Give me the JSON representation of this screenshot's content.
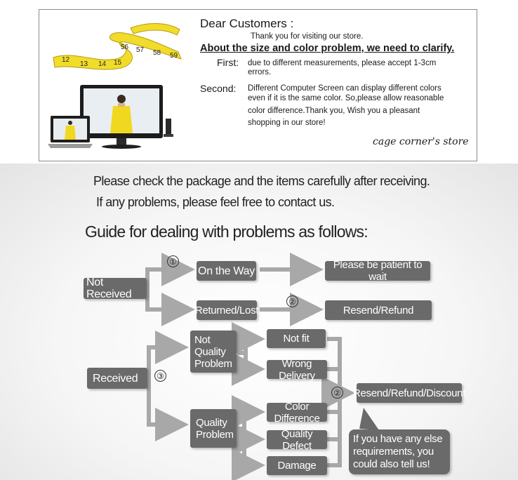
{
  "notice": {
    "greeting": "Dear Customers :",
    "thanks": "Thank you for visiting our store.",
    "heading": "About the size and  color problem, we need to clarify.",
    "first_label": "First:",
    "first_text_1": "due to different measurements, please accept 1-3cm",
    "first_text_2": "errors.",
    "second_label": "Second:",
    "second_text_1": "Different Computer Screen can display different colors",
    "second_text_2": "even if it is the same color. So,please allow reasonable",
    "second_text_3": "color difference.Thank you, Wish you a pleasant",
    "second_text_4": "shopping in our store!",
    "signature": "cage corner's store",
    "tape_numbers": [
      "12",
      "13",
      "14",
      "15",
      "56",
      "57",
      "58",
      "59"
    ]
  },
  "intro": {
    "line1": "Please check the package and the items carefully after receiving.",
    "line2": "If any problems, please feel free to contact us.",
    "guide_title": "Guide for dealing with problems as follows:"
  },
  "flow": {
    "not_received": "Not Received",
    "on_the_way": "On the Way",
    "be_patient": "Please be patient to wait",
    "returned_lost": "Returned/Lost",
    "resend_refund": "Resend/Refund",
    "received": "Received",
    "not_quality": "Not Quality Problem",
    "not_fit": "Not fit",
    "wrong_delivery": "Wrong Delivery",
    "quality_problem": "Quality Problem",
    "color_difference": "Color Difference",
    "quality_defect": "Quality Defect",
    "damage": "Damage",
    "resend_refund_discount": "Resend/Refund/Discount",
    "bubble": "If you have any else requirements, you could also tell us!",
    "marker1": "①",
    "marker2": "②",
    "marker3": "③"
  },
  "colors": {
    "box": "#6a6a6a",
    "tape": "#f2dc2a",
    "connector": "#9a9a9a"
  }
}
